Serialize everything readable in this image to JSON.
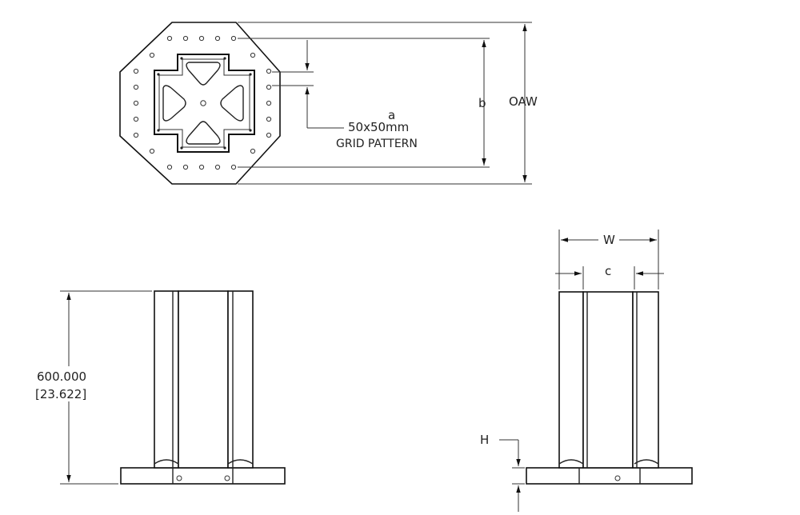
{
  "top_view": {
    "label_a": "a",
    "grid_size": "50x50mm",
    "grid_text": "GRID  PATTERN",
    "label_b": "b",
    "label_oaw": "OAW"
  },
  "front_view": {
    "height_mm": "600.000",
    "height_in": "[23.622]"
  },
  "side_view": {
    "label_w": "W",
    "label_c": "c",
    "label_h": "H"
  }
}
